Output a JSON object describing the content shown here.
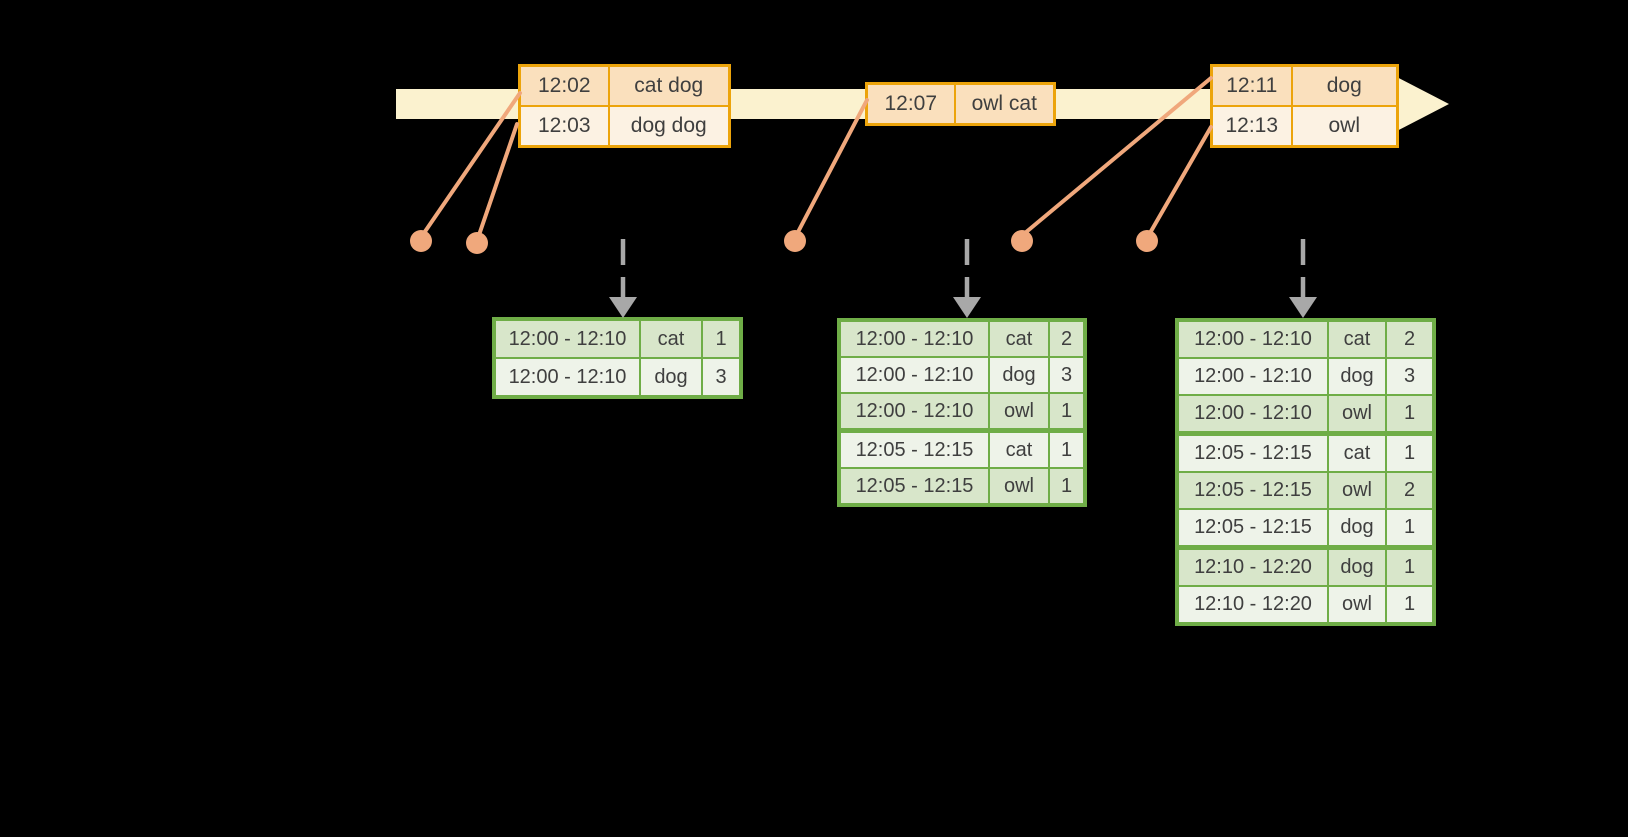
{
  "colors": {
    "background": "#000000",
    "timeline_band": "#FBF2CF",
    "event_table_border": "#ECA40B",
    "event_row_dark": "#FAE0BD",
    "event_row_light": "#FCF2E3",
    "connector": "#F0A87C",
    "dashed_arrow": "#A8A8A8",
    "result_table_border": "#6FAD47",
    "result_row_dark": "#D8E6CA",
    "result_row_light": "#EEF3E9",
    "text": "#3F3F3F"
  },
  "timeline": {
    "event_tables": [
      {
        "rows": [
          [
            "12:02",
            "cat dog"
          ],
          [
            "12:03",
            "dog dog"
          ]
        ]
      },
      {
        "rows": [
          [
            "12:07",
            "owl cat"
          ]
        ]
      },
      {
        "rows": [
          [
            "12:11",
            "dog"
          ],
          [
            "12:13",
            "owl"
          ]
        ]
      }
    ]
  },
  "result_tables": [
    {
      "rows": [
        [
          "12:00 - 12:10",
          "cat",
          "1"
        ],
        [
          "12:00 - 12:10",
          "dog",
          "3"
        ]
      ]
    },
    {
      "rows": [
        [
          "12:00 - 12:10",
          "cat",
          "2"
        ],
        [
          "12:00 - 12:10",
          "dog",
          "3"
        ],
        [
          "12:00 - 12:10",
          "owl",
          "1"
        ],
        [
          "12:05 - 12:15",
          "cat",
          "1"
        ],
        [
          "12:05 - 12:15",
          "owl",
          "1"
        ]
      ]
    },
    {
      "rows": [
        [
          "12:00 - 12:10",
          "cat",
          "2"
        ],
        [
          "12:00 - 12:10",
          "dog",
          "3"
        ],
        [
          "12:00 - 12:10",
          "owl",
          "1"
        ],
        [
          "12:05 - 12:15",
          "cat",
          "1"
        ],
        [
          "12:05 - 12:15",
          "owl",
          "2"
        ],
        [
          "12:05 - 12:15",
          "dog",
          "1"
        ],
        [
          "12:10 - 12:20",
          "dog",
          "1"
        ],
        [
          "12:10 - 12:20",
          "owl",
          "1"
        ]
      ]
    }
  ]
}
